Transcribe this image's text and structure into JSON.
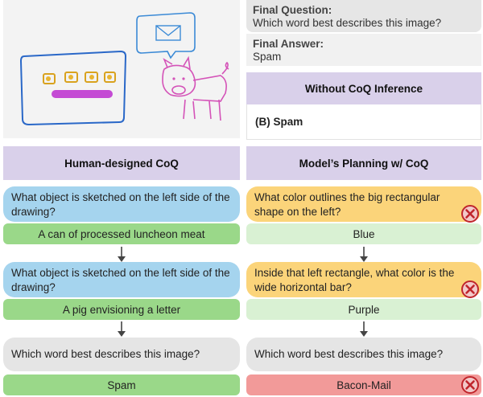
{
  "info": {
    "final_question_label": "Final Question:",
    "final_question": "Which word best describes this image?",
    "final_answer_label": "Final Answer:",
    "final_answer": "Spam"
  },
  "without_coq": {
    "header": "Without CoQ Inference",
    "answer": "(B) Spam"
  },
  "left": {
    "header": "Human-designed CoQ",
    "steps": [
      {
        "question": "What object is sketched on the left side of the drawing?",
        "answer": "A can of processed luncheon meat"
      },
      {
        "question": "What object is sketched on the left side of the drawing?",
        "answer": "A pig envisioning a letter"
      },
      {
        "question": "Which word best describes this image?",
        "answer": "Spam"
      }
    ]
  },
  "right": {
    "header": "Model’s Planning w/ CoQ",
    "steps": [
      {
        "question": "What color outlines the big rectangular shape on the left?",
        "answer": "Blue",
        "wrong": true
      },
      {
        "question": "Inside that left rectangle, what color is the wide horizontal bar?",
        "answer": "Purple",
        "wrong": true
      },
      {
        "question": "Which word best describes this image?",
        "answer": "Bacon-Mail",
        "wrong": true
      }
    ]
  },
  "colors": {
    "header_purple": "#d9d0ea",
    "question_blue": "#a5d4ee",
    "question_orange": "#fbd47a",
    "answer_green": "#9ad889",
    "answer_red": "#f29a99",
    "wrong_mark": "#c0262c"
  },
  "icons": {
    "wrong": "x-circle-icon",
    "flow": "arrow-down-icon"
  }
}
